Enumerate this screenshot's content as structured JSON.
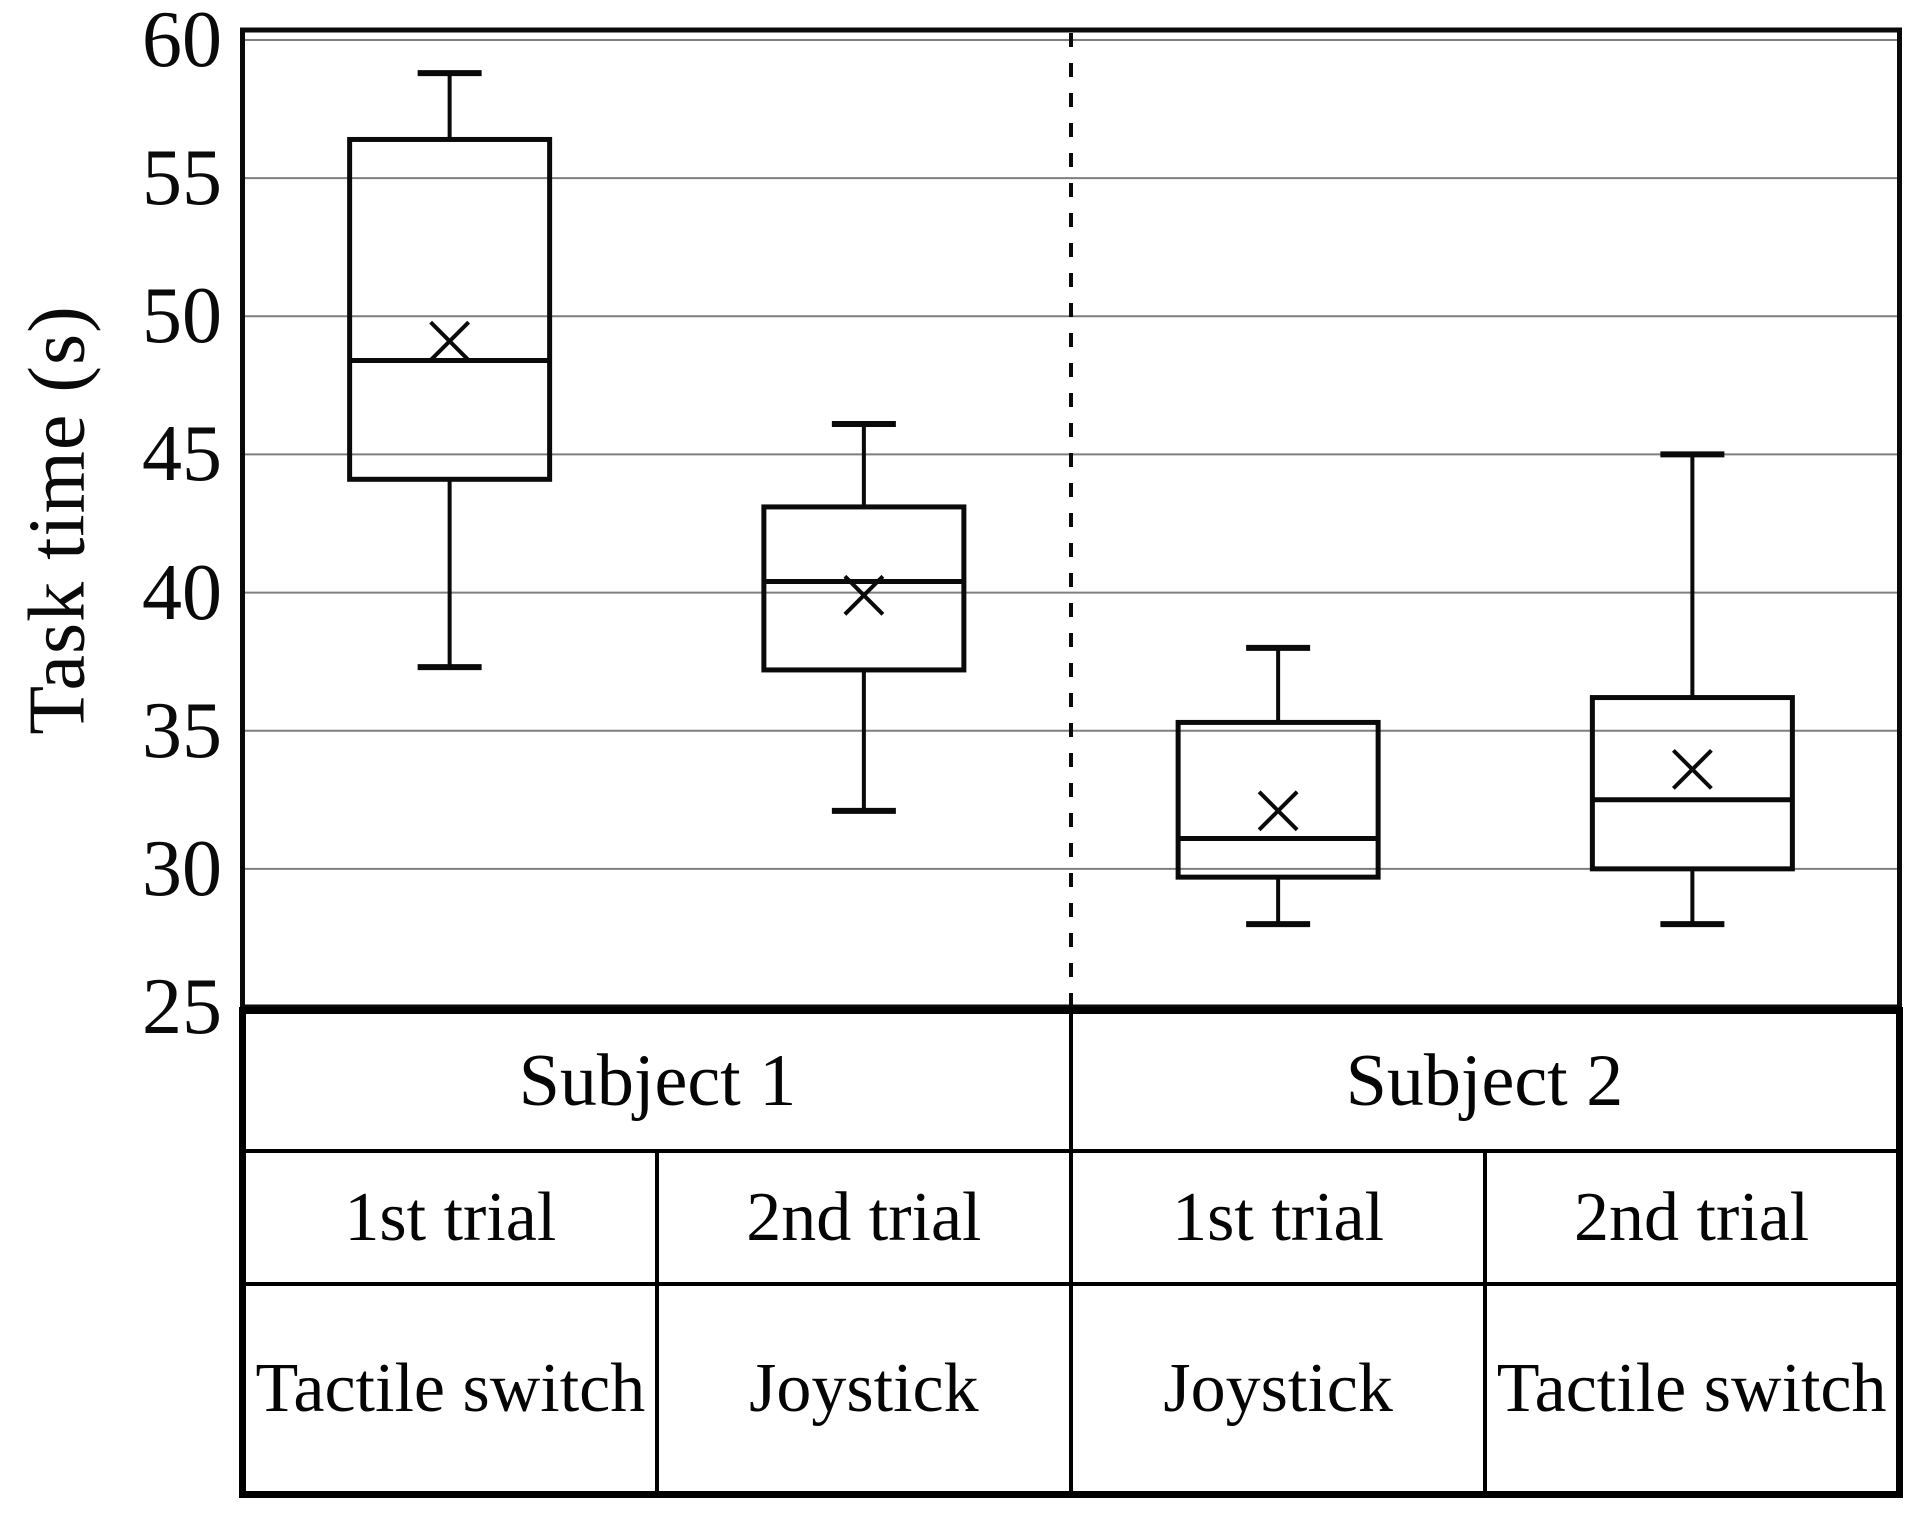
{
  "chart_data": {
    "type": "boxplot",
    "title": "",
    "ylabel": "Task time (s)",
    "xlabel": "",
    "ylim": [
      25,
      60
    ],
    "ytick_step": 5,
    "yticks": [
      60,
      55,
      50,
      45,
      40,
      35,
      30,
      25
    ],
    "grid": true,
    "grid_color": "#7f7f7f",
    "box_color": "#0a0a0a",
    "background": "#ffffff",
    "mean_marker": "x",
    "divider": {
      "style": "dashed",
      "position_between_boxes": 2,
      "label": "subject separator"
    },
    "legend": null,
    "boxes": [
      {
        "subject": "Subject 1",
        "trial": "1st trial",
        "device": "Tactile switch",
        "whisker_low": 37.3,
        "q1": 44.1,
        "median": 48.4,
        "mean": 49.1,
        "q3": 56.4,
        "whisker_high": 58.8
      },
      {
        "subject": "Subject 1",
        "trial": "2nd trial",
        "device": "Joystick",
        "whisker_low": 32.1,
        "q1": 37.2,
        "median": 40.4,
        "mean": 39.9,
        "q3": 43.1,
        "whisker_high": 46.1
      },
      {
        "subject": "Subject 2",
        "trial": "1st trial",
        "device": "Joystick",
        "whisker_low": 28.0,
        "q1": 29.7,
        "median": 31.1,
        "mean": 32.1,
        "q3": 35.3,
        "whisker_high": 38.0
      },
      {
        "subject": "Subject 2",
        "trial": "2nd trial",
        "device": "Tactile switch",
        "whisker_low": 28.0,
        "q1": 30.0,
        "median": 32.5,
        "mean": 33.6,
        "q3": 36.2,
        "whisker_high": 45.0
      }
    ]
  },
  "axis": {
    "y_title": "Task time (s)"
  },
  "table": {
    "subjects": [
      {
        "label": "Subject 1"
      },
      {
        "label": "Subject 2"
      }
    ],
    "trials": [
      "1st trial",
      "2nd trial",
      "1st trial",
      "2nd trial"
    ],
    "devices": [
      "Tactile switch",
      "Joystick",
      "Joystick",
      "Tactile switch"
    ]
  },
  "colors": {
    "stroke": "#0a0a0a",
    "gridline": "#7f7f7f",
    "background": "#ffffff"
  }
}
